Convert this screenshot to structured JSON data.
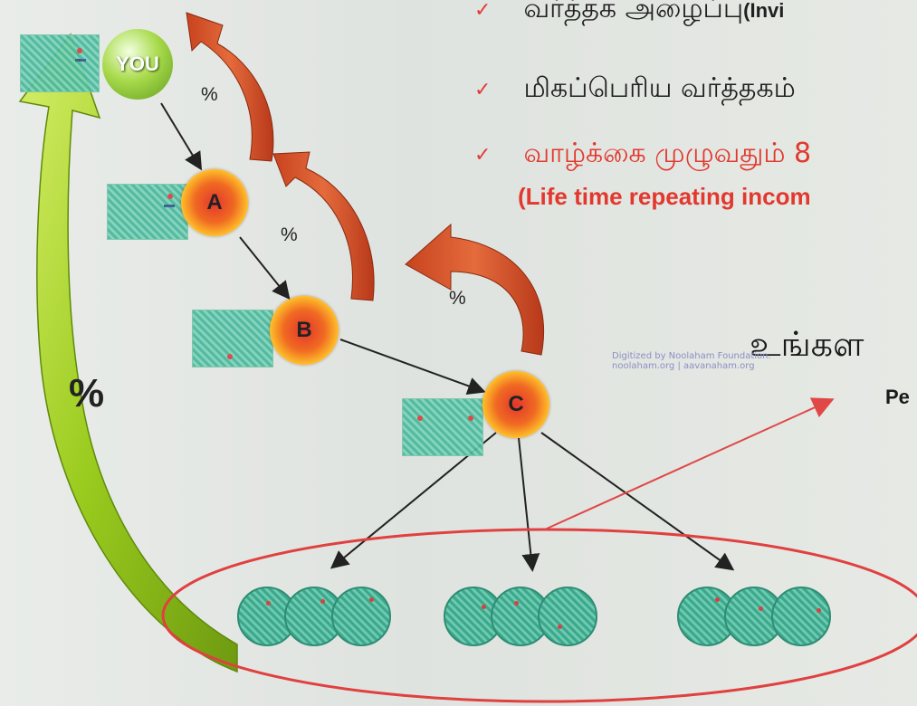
{
  "bullets": [
    {
      "text": "வர்த்தக அழைப்பு ",
      "bold_text": "(Invi",
      "color": "#202020"
    },
    {
      "text": "மிகப்பெரிய வர்த்தகம்",
      "bold_text": "",
      "color": "#202020"
    },
    {
      "text": "வாழ்க்கை முழுவதும் 8",
      "bold_text": "",
      "color": "#e2382e"
    }
  ],
  "subtitle": "(Life time repeating incom",
  "nodes": {
    "you": "YOU",
    "a": "A",
    "b": "B",
    "c": "C"
  },
  "percent_labels": {
    "p1": "%",
    "p2": "%",
    "p3": "%",
    "big": "%"
  },
  "heading": "உங்கள",
  "subheading": "Pe",
  "watermark": {
    "line1": "Digitized by Noolaham Foundation.",
    "line2": "noolaham.org | aavanaham.org"
  },
  "colors": {
    "check": "#e23b34",
    "red_text": "#e2382e",
    "curved_arrow": "#d9552a",
    "big_arrow": "#9acb1e",
    "ellipse_border": "#e04040",
    "connector_red": "#e04848"
  }
}
